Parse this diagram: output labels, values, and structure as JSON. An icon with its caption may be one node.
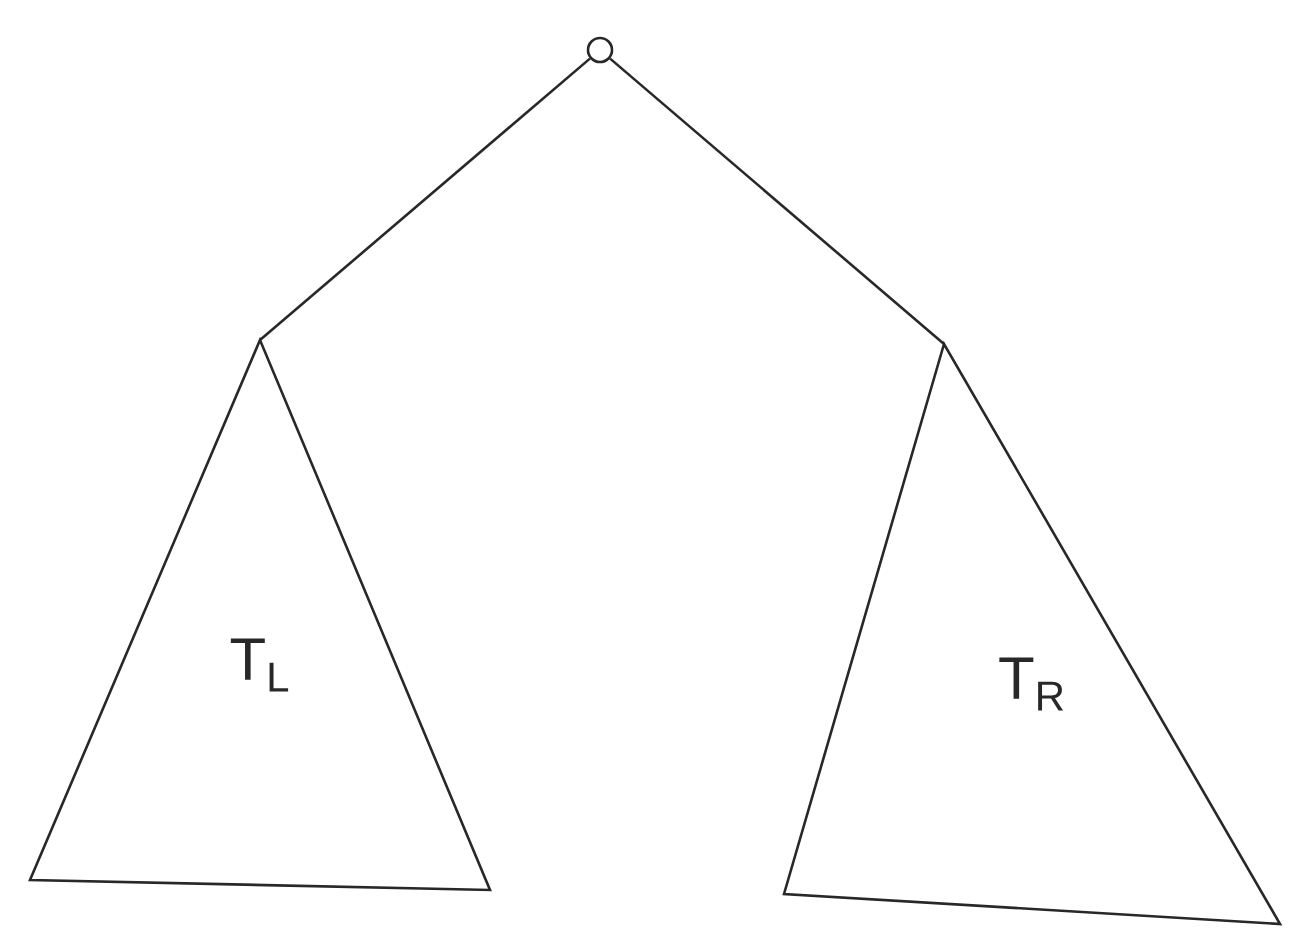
{
  "diagram": {
    "nodes": [
      {
        "text": [],
        "shape": "circle"
      },
      {
        "text": [
          "T$_{L}$"
        ]
      },
      {
        "text": [
          "T$_{R}$"
        ]
      }
    ],
    "edges": [
      {
        "from": 0,
        "to": 1,
        "arrow": "none"
      },
      {
        "from": 0,
        "to": 2,
        "arrow": "none"
      }
    ]
  }
}
